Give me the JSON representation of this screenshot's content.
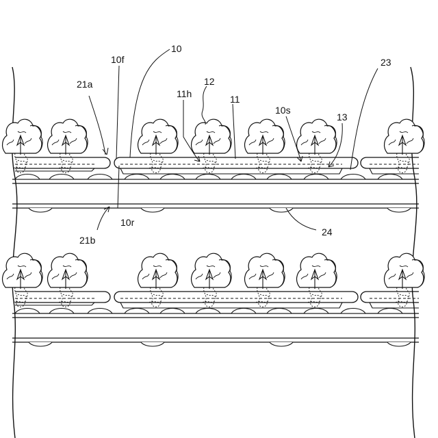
{
  "figure": {
    "labels": {
      "l10": "10",
      "l10f": "10f",
      "l21a": "21a",
      "l12": "12",
      "l11h": "11h",
      "l11": "11",
      "l10s": "10s",
      "l13": "13",
      "l23": "23",
      "l10r": "10r",
      "l21b": "21b",
      "l24": "24"
    }
  }
}
